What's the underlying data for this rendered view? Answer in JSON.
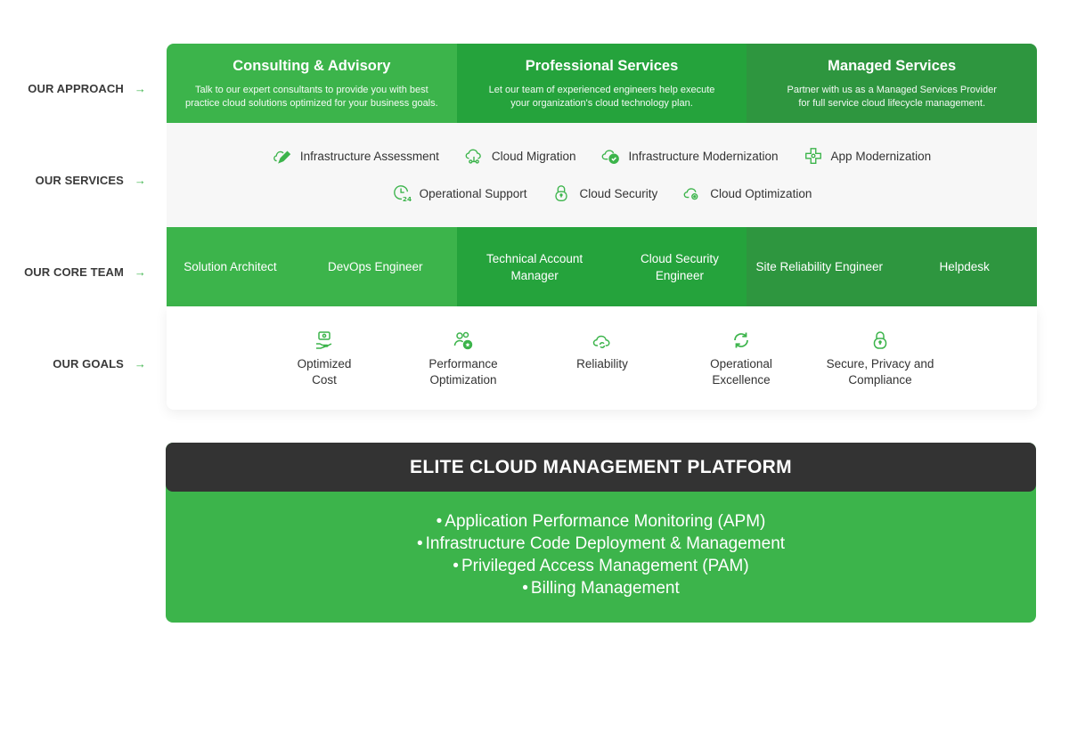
{
  "labels": {
    "approach": "OUR APPROACH",
    "services": "OUR SERVICES",
    "team": "OUR CORE TEAM",
    "goals": "OUR GOALS",
    "arrow": "→"
  },
  "approach": [
    {
      "title": "Consulting & Advisory",
      "desc": "Talk to our expert consultants to provide you with best practice cloud solutions optimized for your business goals."
    },
    {
      "title": "Professional Services",
      "desc": "Let our team of experienced engineers help execute your organization's cloud technology plan."
    },
    {
      "title": "Managed Services",
      "desc": "Partner with us as a Managed Services Provider for full service cloud lifecycle management."
    }
  ],
  "services": {
    "row1": [
      {
        "label": "Infrastructure Assessment",
        "icon": "pencil-cloud-icon"
      },
      {
        "label": "Cloud Migration",
        "icon": "cloud-migration-icon"
      },
      {
        "label": "Infrastructure Modernization",
        "icon": "cloud-check-icon"
      },
      {
        "label": "App Modernization",
        "icon": "app-puzzle-icon"
      }
    ],
    "row2": [
      {
        "label": "Operational Support",
        "icon": "clock-24-icon"
      },
      {
        "label": "Cloud Security",
        "icon": "lock-icon"
      },
      {
        "label": "Cloud Optimization",
        "icon": "cloud-gear-icon"
      }
    ]
  },
  "team": [
    [
      "Solution Architect",
      "DevOps Engineer"
    ],
    [
      "Technical Account Manager",
      "Cloud Security Engineer"
    ],
    [
      "Site Reliability Engineer",
      "Helpdesk"
    ]
  ],
  "goals": [
    {
      "label": "Optimized Cost",
      "icon": "money-hand-icon"
    },
    {
      "label": "Performance Optimization",
      "icon": "users-star-icon"
    },
    {
      "label": "Reliability",
      "icon": "cloud-refresh-icon"
    },
    {
      "label": "Operational Excellence",
      "icon": "refresh-icon"
    },
    {
      "label": "Secure, Privacy and Compliance",
      "icon": "lock-icon"
    }
  ],
  "platform": {
    "title": "ELITE CLOUD MANAGEMENT PLATFORM",
    "items": [
      "Application Performance Monitoring (APM)",
      "Infrastructure Code Deployment & Management",
      "Privileged Access Management (PAM)",
      "Billing Management"
    ]
  },
  "colors": {
    "green": "#3cb44b",
    "green_mid": "#25a33c",
    "green_dark": "#2e963f",
    "dark": "#333333"
  }
}
